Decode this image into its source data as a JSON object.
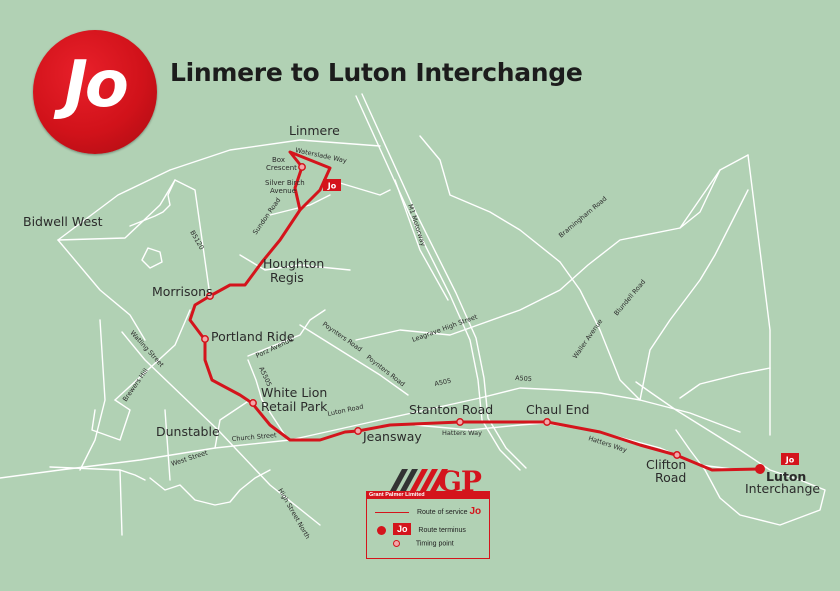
{
  "header": {
    "title": "Linmere to Luton Interchange",
    "logo_text": "Jo"
  },
  "places": {
    "linmere": "Linmere",
    "bidwell_west": "Bidwell West",
    "houghton_regis_1": "Houghton",
    "houghton_regis_2": "Regis",
    "morrisons": "Morrisons",
    "portland_ride": "Portland Ride",
    "white_lion_1": "White Lion",
    "white_lion_2": "Retail Park",
    "dunstable": "Dunstable",
    "jeansway": "Jeansway",
    "stanton_road": "Stanton Road",
    "chaul_end": "Chaul End",
    "clifton_road_1": "Clifton",
    "clifton_road_2": "Road",
    "luton_1": "Luton",
    "luton_2": "Interchange",
    "box_crescent_1": "Box",
    "box_crescent_2": "Crescent",
    "silver_birch_1": "Silver Birch",
    "silver_birch_2": "Avenue"
  },
  "streets": {
    "waterslade_way": "Waterslade Way",
    "sundon_road": "Sundon Road",
    "b5120": "B5120",
    "m1": "M1 Motorway",
    "bramingham_road": "Bramingham Road",
    "blundell_road": "Blundell Road",
    "waller_avenue": "Waller Avenue",
    "leagrave_high_street": "Leagrave High Street",
    "poynters_road_1": "Poynters Road",
    "poynters_road_2": "Poynters Road",
    "porz_avenue": "Porz Avenue",
    "a5505": "A5505",
    "a505_1": "A505",
    "a505_2": "A505",
    "luton_road": "Luton Road",
    "church_street": "Church Street",
    "west_street": "West Street",
    "high_street_north": "High Street North",
    "watling_street": "Watling Street",
    "brewers_hill": "Brewers Hill",
    "hatters_way_1": "Hatters Way",
    "hatters_way_2": "Hatters Way"
  },
  "terminus_badges": [
    "Jo",
    "Jo"
  ],
  "legend": {
    "company": "Grant Palmer Limited",
    "brand": "GP",
    "route_label": "Route of service",
    "route_badge": "Jo",
    "terminus_label": "Route terminus",
    "terminus_badge": "Jo",
    "timing_label": "Timing point"
  },
  "colors": {
    "background": "#b1d1b4",
    "route": "#d4141c",
    "road": "#ffffff"
  }
}
